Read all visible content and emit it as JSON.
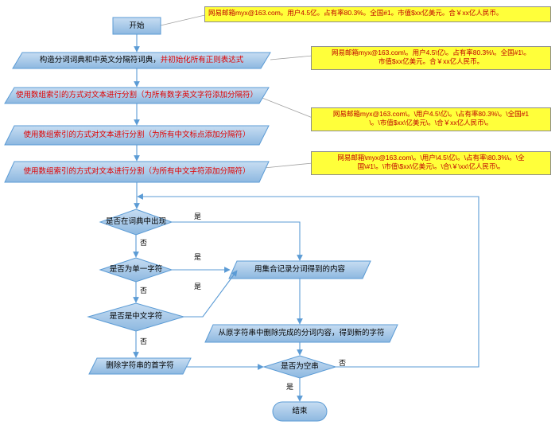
{
  "nodes": {
    "start": "开始",
    "build_dict_a": "构造分词词典和中英文分隔符词典，",
    "build_dict_b": "并初始化所有正则表达式",
    "split_numbers": "使用数组索引的方式对文本进行分割（为所有数字英文字符添加分隔符）",
    "split_punct": "使用数组索引的方式对文本进行分割（为所有中文标点添加分隔符）",
    "split_chinese": "使用数组索引的方式对文本进行分割（为所有中文字符添加分隔符）",
    "in_dict": "是否在词典中出现",
    "single_char": "是否为单一字符",
    "is_chinese": "是否是中文字符",
    "record_set": "用集合记录分词得到的内容",
    "remove_done": "从原字符串中删除完成的分词内容，得到新的字符",
    "delete_first": "删除字符串的首字符",
    "is_empty": "是否为空串",
    "end": "结束"
  },
  "edges": {
    "yes_dict": "是",
    "no_dict": "否",
    "yes_single": "是",
    "yes_chinese": "是",
    "no_single": "否",
    "no_chinese": "否",
    "no_empty": "否",
    "yes_empty": "是"
  },
  "notes": {
    "note1": "网易邮箱myx@163.com。用户4.5亿。占有率80.3%。全国#1。市值$xx亿美元。合￥xx亿人民币。",
    "note2_l1": "网易邮箱myx@163.com\\。用户4.5\\亿\\。占有率80.3%\\。全国#1\\。",
    "note2_l2": "市值$xx亿美元。合￥xx亿人民币。",
    "note3_l1": "网易邮箱myx@163.com\\。\\用户4.5\\亿\\。\\占有率80.3%\\。\\全国#1",
    "note3_l2": "\\。\\市值$xx\\亿美元\\。\\合￥xx亿人民币\\。",
    "note4_l1": "网易邮箱\\myx@163.com\\。\\用户\\4.5\\亿\\。\\占有率\\80.3%\\。\\全",
    "note4_l2": "国\\#1\\。\\市值\\$xx\\亿美元\\。\\合\\￥\\xx\\亿人民币\\。"
  },
  "colors": {
    "box_fill": "#9dc3e6",
    "box_stroke": "#5b9bd5",
    "arrow": "#5b9bd5",
    "note_fill": "#ffff3a",
    "note_text": "#c00000",
    "highlight_text": "#e00000"
  }
}
